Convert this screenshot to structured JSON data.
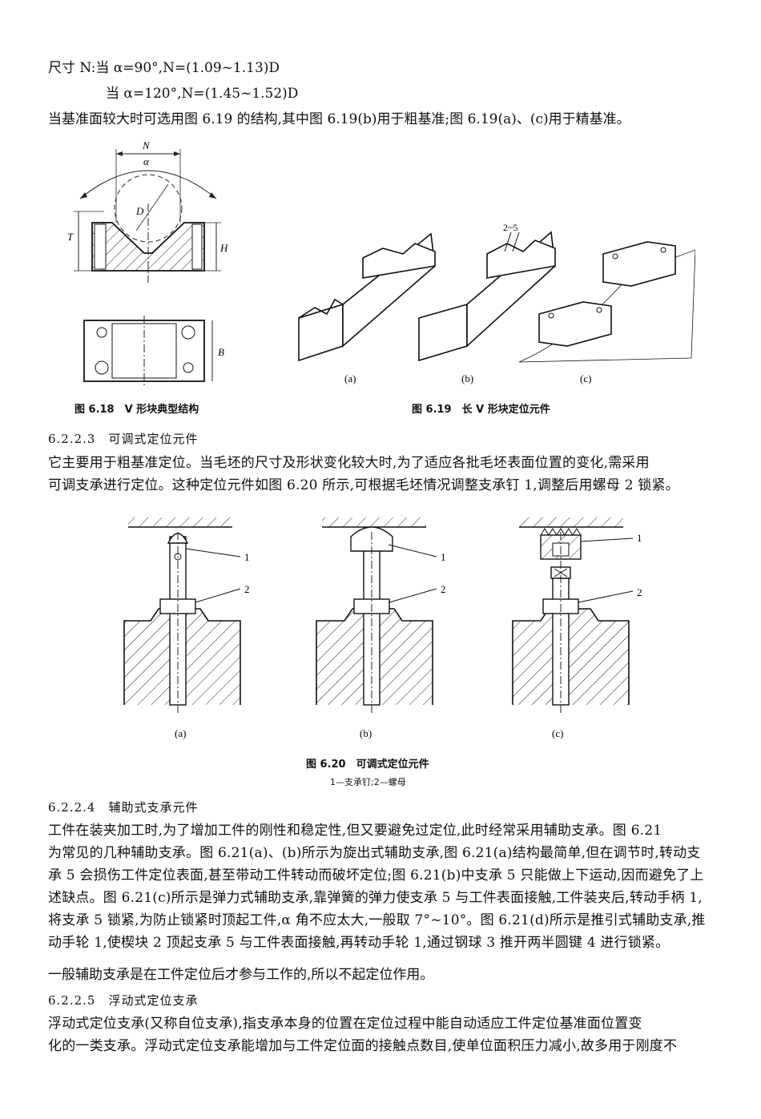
{
  "top_lines": [
    "尺寸 N:当 α=90°,N=(1.09~1.13)D",
    "当 α=120°,N=(1.45~1.52)D",
    "当基准面较大时可选用图 6.19 的结构,其中图 6.19(b)用于粗基准;图 6.19(a)、(c)用于精基准。"
  ],
  "fig618": {
    "caption": "图 6.18　V 形块典型结构",
    "labels": {
      "N": "N",
      "alpha": "α",
      "D": "D",
      "T": "T",
      "H": "H",
      "B": "B"
    }
  },
  "fig619": {
    "caption": "图 6.19　长 V 形块定位元件",
    "dim": "2~5",
    "sub": [
      "(a)",
      "(b)",
      "(c)"
    ]
  },
  "sec623": {
    "title": "6.2.2.3　可调式定位元件",
    "para": [
      "它主要用于粗基准定位。当毛坯的尺寸及形状变化较大时,为了适应各批毛坯表面位置的变化,需采用",
      "可调支承进行定位。这种定位元件如图 6.20 所示,可根据毛坯情况调整支承钉 1,调整后用螺母 2 锁紧。"
    ]
  },
  "fig620": {
    "caption": "图 6.20　可调式定位元件",
    "legend": "1—支承钉;2—螺母",
    "n1": "1",
    "n2": "2",
    "sub": [
      "(a)",
      "(b)",
      "(c)"
    ]
  },
  "sec624": {
    "title": "6.2.2.4　辅助式支承元件",
    "para": [
      "工件在装夹加工时,为了增加工件的刚性和稳定性,但又要避免过定位,此时经常采用辅助支承。图 6.21",
      "为常见的几种辅助支承。图 6.21(a)、(b)所示为旋出式辅助支承,图 6.21(a)结构最简单,但在调节时,转动支",
      "承 5 会损伤工件定位表面,甚至带动工件转动而破坏定位;图 6.21(b)中支承 5 只能做上下运动,因而避免了上",
      "述缺点。图 6.21(c)所示是弹力式辅助支承,靠弹簧的弹力使支承 5 与工件表面接触,工件装夹后,转动手柄 1,",
      "将支承 5 锁紧,为防止锁紧时顶起工件,α 角不应太大,一般取 7°~10°。图 6.21(d)所示是推引式辅助支承,推",
      "动手轮 1,使楔块 2 顶起支承 5 与工件表面接触,再转动手轮 1,通过钢球 3 推开两半圆键 4 进行锁紧。"
    ],
    "para2": "一般辅助支承是在工件定位后才参与工作的,所以不起定位作用。"
  },
  "sec625": {
    "title": "6.2.2.5　浮动式定位支承",
    "para": [
      "浮动式定位支承(又称自位支承),指支承本身的位置在定位过程中能自动适应工件定位基准面位置变",
      "化的一类支承。浮动式定位支承能增加与工件定位面的接触点数目,使单位面积压力减小,故多用于刚度不"
    ]
  }
}
